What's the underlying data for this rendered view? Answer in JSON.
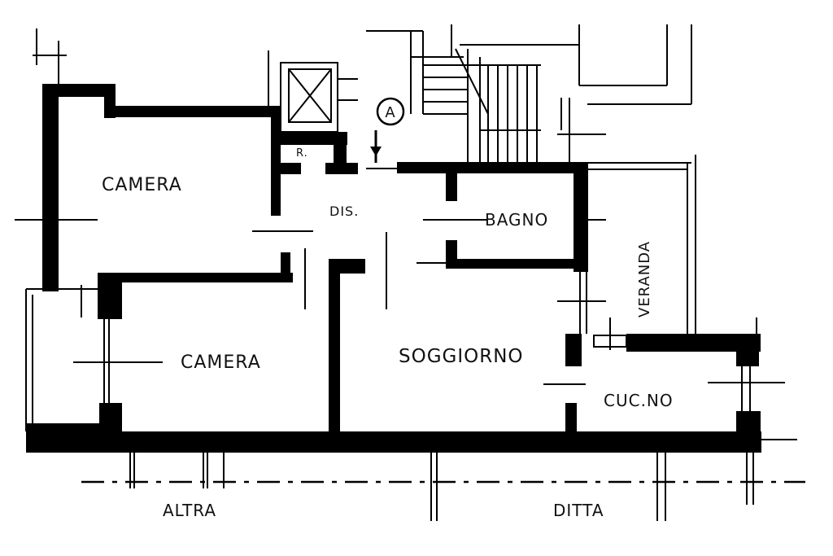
{
  "plan": {
    "rooms": {
      "camera_top": "CAMERA",
      "camera_bottom": "CAMERA",
      "dis": "DIS.",
      "bagno": "BAGNO",
      "soggiorno": "SOGGIORNO",
      "veranda": "VERANDA",
      "cucina": "CUC.NO",
      "ripostiglio": "R."
    },
    "marker": "A",
    "boundary": {
      "left": "ALTRA",
      "right": "DITTA"
    }
  }
}
